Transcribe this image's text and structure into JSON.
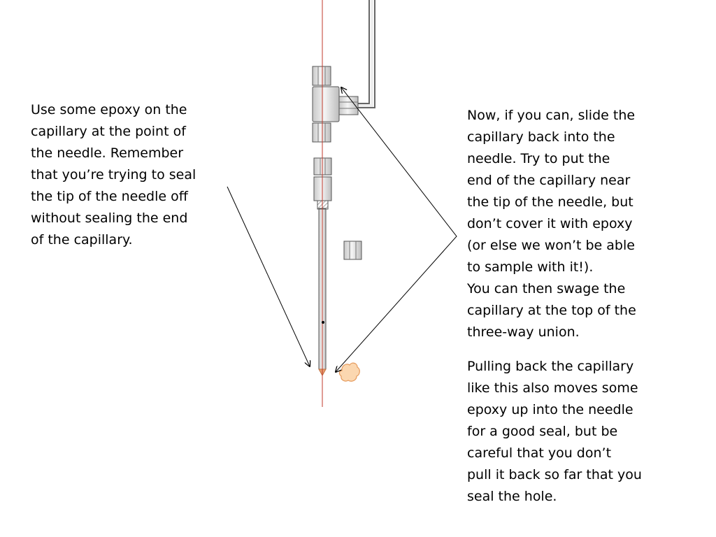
{
  "notes": {
    "left": "Use some epoxy on the\ncapillary at the point of\nthe needle.  Remember\nthat you’re trying to seal\nthe tip of the needle off\nwithout sealing the end\nof the capillary.",
    "right_top": "Now, if you can, slide the\ncapillary back into the\nneedle.  Try to put the\nend of the capillary near\nthe tip of the needle, but\ndon’t cover it with epoxy\n(or else we won’t be able\nto sample with it!).\nYou can then swage the\ncapillary at the top of the\nthree-way union.",
    "right_bottom": "Pulling back the capillary\nlike this also moves some\nepoxy up into the needle\nfor a good seal, but be\ncareful that you don’t\npull it back so far that you\nseal the hole."
  },
  "colors": {
    "capillary_line": "#c0392b",
    "fitting_fill": "#e6e6e6",
    "fitting_stroke": "#555555",
    "epoxy_fill": "#fbd7b0",
    "epoxy_stroke": "#e59a5c",
    "arrow": "#000000"
  }
}
